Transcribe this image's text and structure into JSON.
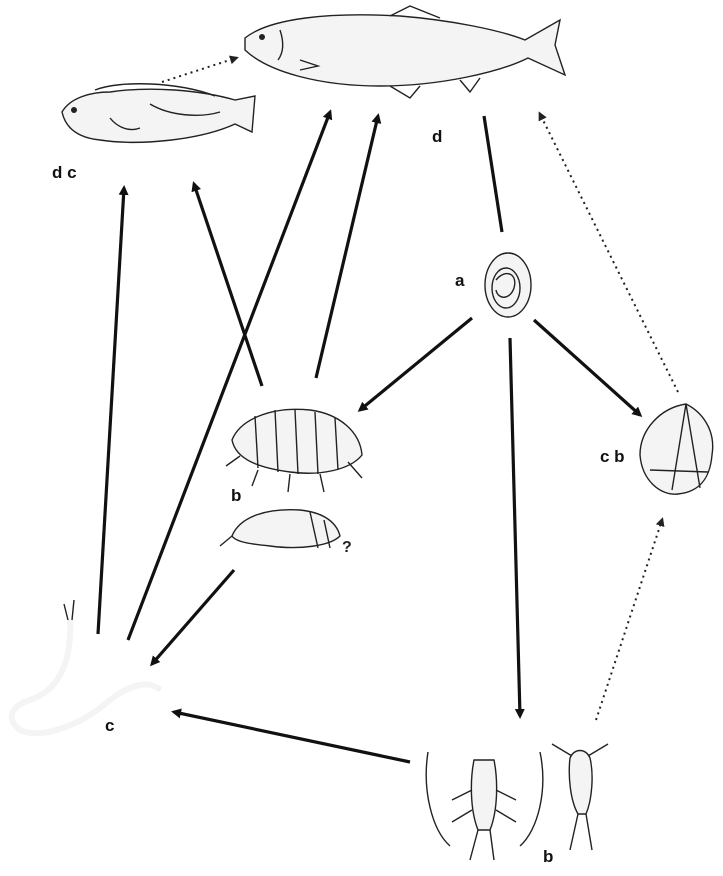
{
  "labels": {
    "salmon": "d",
    "blenny": "d c",
    "parasite": "a",
    "barnacle": "c b",
    "amphipod": "b",
    "shrimp_question": "?",
    "worm": "c",
    "copepods": "b"
  },
  "colors": {
    "ink": "#111111",
    "background": "#ffffff"
  },
  "edges": [
    {
      "from": "parasite",
      "to": "amphipod",
      "style": "solid-arrow"
    },
    {
      "from": "parasite",
      "to": "barnacle",
      "style": "solid-arrow"
    },
    {
      "from": "parasite",
      "to": "copepods",
      "style": "solid-arrow"
    },
    {
      "from": "parasite",
      "to": "salmon",
      "style": "solid-line"
    },
    {
      "from": "amphipod",
      "to": "salmon",
      "style": "solid-arrow"
    },
    {
      "from": "amphipod",
      "to": "blenny",
      "style": "solid-arrow"
    },
    {
      "from": "shrimp",
      "to": "worm",
      "style": "solid-arrow"
    },
    {
      "from": "worm",
      "to": "blenny",
      "style": "solid-arrow"
    },
    {
      "from": "worm",
      "to": "salmon",
      "style": "solid-arrow"
    },
    {
      "from": "copepods",
      "to": "worm",
      "style": "solid-arrow"
    },
    {
      "from": "copepods",
      "to": "barnacle",
      "style": "dotted-arrow"
    },
    {
      "from": "barnacle",
      "to": "salmon",
      "style": "dotted-arrow"
    },
    {
      "from": "blenny",
      "to": "salmon",
      "style": "dotted-arrow"
    }
  ]
}
